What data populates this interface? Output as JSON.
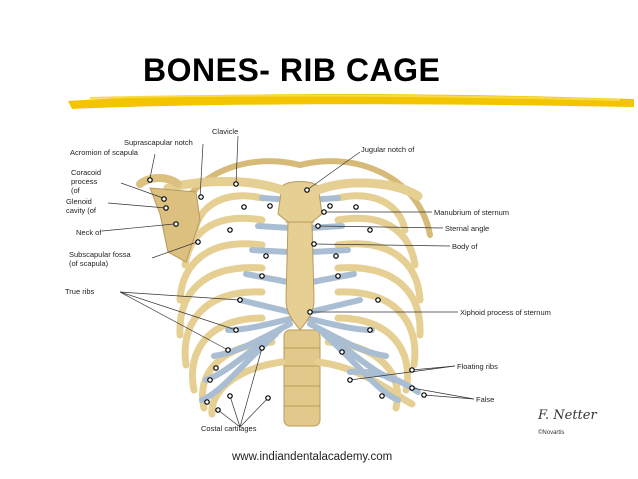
{
  "slide": {
    "title": "BONES- RIB CAGE",
    "footer": "www.indiandentalacademy.com",
    "accent_color": "#f2c500"
  },
  "diagram": {
    "labels": {
      "clavicle": "Clavicle",
      "suprascapular_notch": "Suprascapular notch",
      "acromion": "Acromion of scapula",
      "coracoid_1": "Coracoid",
      "coracoid_2": "process",
      "coracoid_3": "(of",
      "glenoid_1": "Glenoid",
      "glenoid_2": "cavity (of",
      "neck": "Neck of",
      "subscapular_1": "Subscapular fossa",
      "subscapular_2": "(of scapula)",
      "true_ribs": "True ribs",
      "costal_cartilages": "Costal cartilages",
      "jugular_notch": "Jugular notch of",
      "manubrium": "Manubrium of sternum",
      "sternal_angle": "Sternal angle",
      "body": "Body of",
      "xiphoid": "Xiphoid process of sternum",
      "floating_ribs": "Floating ribs",
      "false": "False"
    },
    "signature": "F. Netter",
    "copyright": "©Novartis",
    "bone_color": "#e6cf93",
    "cartilage_color": "#a9bed3"
  }
}
